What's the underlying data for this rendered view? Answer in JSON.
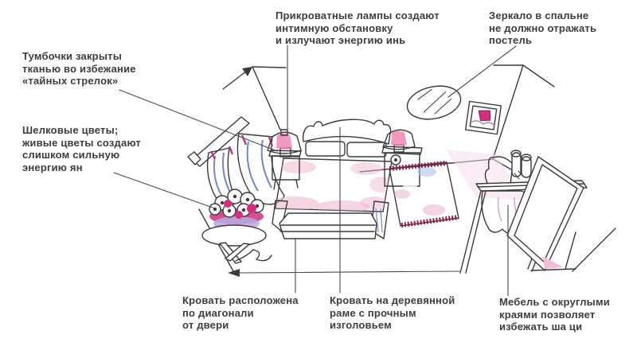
{
  "figure": {
    "kind": "annotated-illustration",
    "subject": "feng-shui-bedroom",
    "labels": {
      "nightstands": "Тумбочки закрыты\nтканью во избежание\n«тайных стрелок»",
      "flowers": "Шелковые цветы;\nживые цветы создают\nслишком сильную\nэнергию ян",
      "lamps": "Прикроватные лампы создают\nинтимную обстановку\nи излучают энергию инь",
      "mirror": "Зеркало в спальне\nне должно отражать\nпостель",
      "bed_diagonal": "Кровать расположена\nпо диагонали\nот двери",
      "bed_frame": "Кровать на деревянной\nраме с прочным\nизголовьем",
      "furniture": "Мебель с округлыми\nкраями позволяет\nизбежать ша ци"
    },
    "colors": {
      "text": "#3d3d3d",
      "line": "#3a3a3a",
      "magenta": "#d62e7f",
      "magenta_dark": "#8e1d4e",
      "magenta_light": "#ef7fb2",
      "pink_light": "#f3d7e7",
      "pink_mottle": "#eeb8d2",
      "blue_light": "#bdd2ed",
      "blue_curtain": "#a9bde4",
      "blue_streak": "#7287c9",
      "lilac": "#d8d3eb",
      "background": "#ffffff"
    }
  }
}
